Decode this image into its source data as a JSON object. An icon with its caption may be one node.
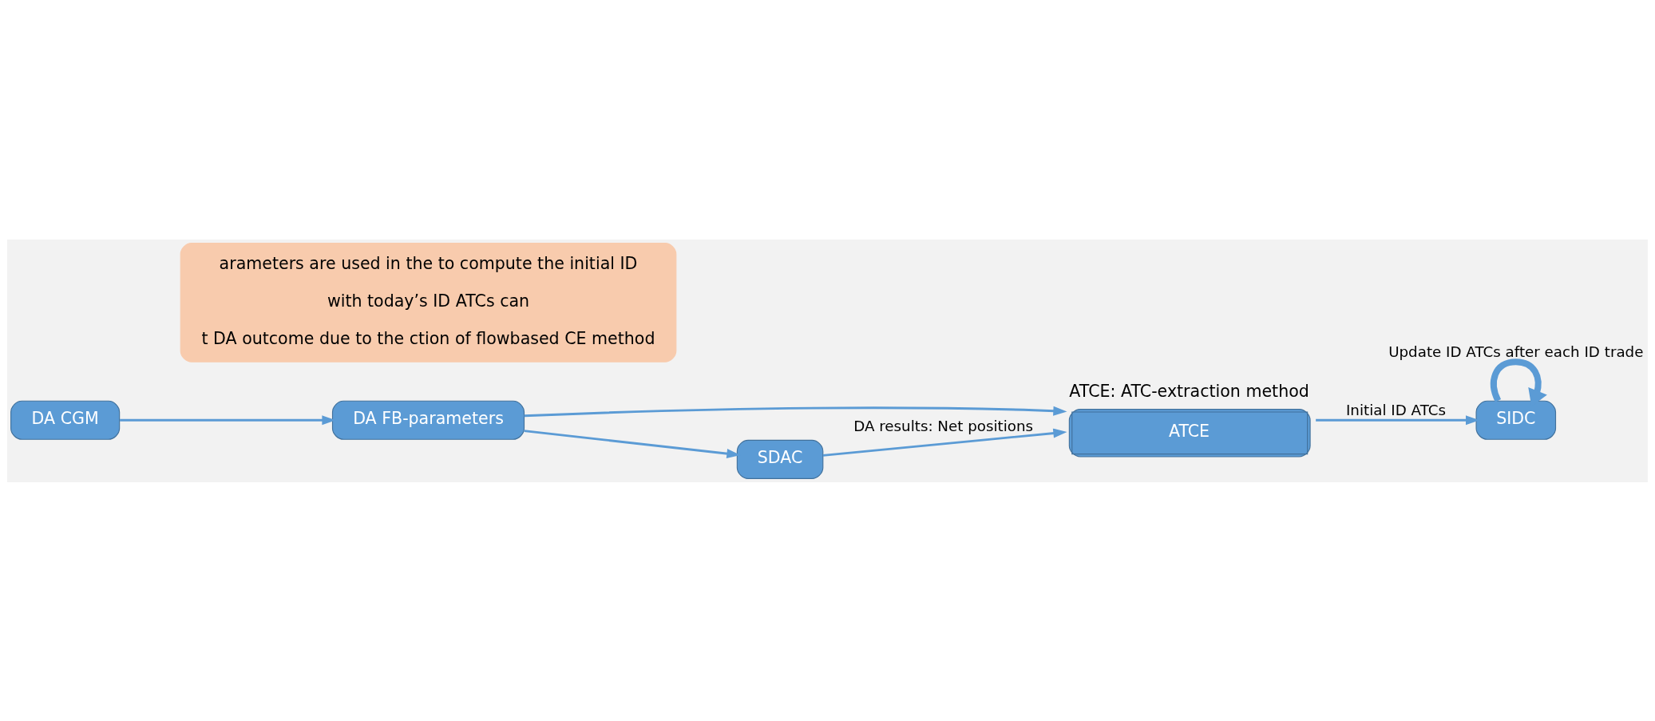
{
  "diagram": {
    "nodes": [
      {
        "text": [
          "DA CGM"
        ]
      },
      {
        "text": [
          "DA FB-parameters"
        ]
      },
      {
        "text": [
          "ATCE"
        ],
        "beside": [
          "ATCE: ATC-extraction method"
        ]
      },
      {
        "text": [
          "SDAC"
        ]
      },
      {
        "text": [
          "SIDC"
        ]
      },
      {
        "text": [
          "arameters are used in the to compute the initial ID",
          "with today’s ID ATCs can",
          "t DA outcome due to the ction of flowbased CE method"
        ]
      }
    ],
    "edges": [
      {
        "from": 0,
        "to": 1,
        "arrow": "to"
      },
      {
        "from": 1,
        "to": 2,
        "arrow": "to"
      },
      {
        "from": 1,
        "to": 3,
        "arrow": "to"
      },
      {
        "from": 3,
        "to": 2,
        "arrow": "to",
        "label": "DA results: Net positions"
      },
      {
        "from": 2,
        "to": 4,
        "arrow": "to",
        "label": "Initial ID ATCs"
      },
      {
        "from": 4,
        "to": 4,
        "arrow": "to",
        "label": "Update ID ATCs after each ID trade",
        "style": "thick"
      }
    ]
  }
}
